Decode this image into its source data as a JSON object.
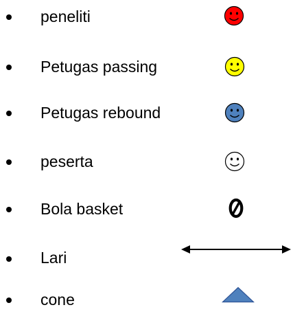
{
  "legend": {
    "items": [
      {
        "label": "peneliti",
        "icon": "smiley-face-icon",
        "color": "#ff0000"
      },
      {
        "label": "Petugas passing",
        "icon": "smiley-face-icon",
        "color": "#ffff00"
      },
      {
        "label": "Petugas rebound",
        "icon": "smiley-face-icon",
        "color": "#4f81bd"
      },
      {
        "label": "peserta",
        "icon": "smiley-face-icon",
        "color": "#ffffff"
      },
      {
        "label": "Bola basket",
        "icon": "basketball-ring-icon",
        "color": "#000000"
      },
      {
        "label": "Lari",
        "icon": "double-headed-arrow-icon",
        "color": "#000000"
      },
      {
        "label": "cone",
        "icon": "triangle-cone-icon",
        "color": "#4f81bd"
      }
    ]
  }
}
